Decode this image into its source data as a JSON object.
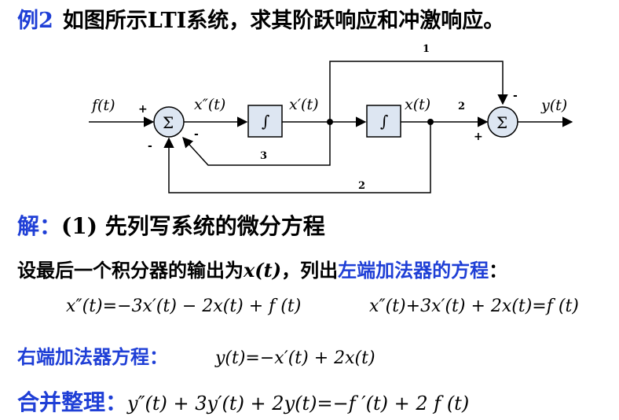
{
  "title": {
    "label": "例2",
    "text": "如图所示LTI系统，求其阶跃响应和冲激响应。"
  },
  "diagram": {
    "input": "f(t)",
    "output": "y(t)",
    "sum_symbol": "Σ",
    "integrator_symbol": "∫",
    "signals": {
      "x2": "x″(t)",
      "x1": "x′(t)",
      "x0": "x(t)"
    },
    "gains": {
      "top": "1",
      "mid": "2",
      "fb3": "3",
      "fb2": "2"
    },
    "signs": {
      "in_plus": "+",
      "in_minus": "-",
      "in_minus2": "-",
      "out_minus": "-",
      "out_plus": "+"
    }
  },
  "solution": {
    "label": "解：",
    "text": "(1) 先列写系统的微分方程"
  },
  "line1": {
    "text_a": "设最后一个积分器的输出为",
    "var": "x(t)",
    "text_b": "，列出",
    "text_blue": "左端加法器的方程",
    "text_c": "："
  },
  "equations": {
    "left_adder_1": "x″(t)=−3x′(t) − 2x(t) + f (t)",
    "left_adder_2": "x″(t)+3x′(t) + 2x(t)=f (t)",
    "right_label": "右端加法器方程：",
    "right_adder": "y(t)=−x′(t) + 2x(t)",
    "merge_label": "合并整理：",
    "merged": "y″(t) + 3y′(t) + 2y(t)=−f ′(t) + 2 f (t)"
  }
}
